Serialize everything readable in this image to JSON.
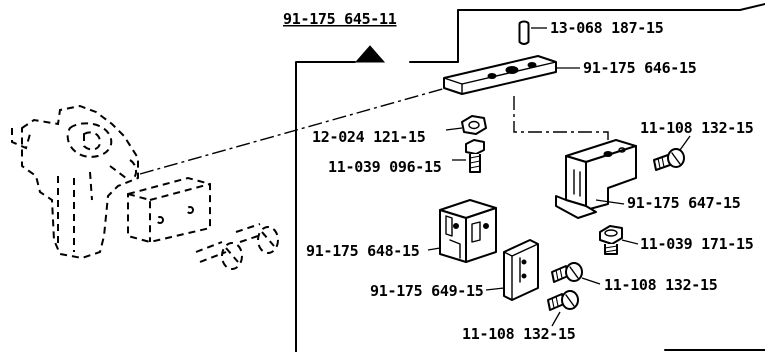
{
  "assembly": {
    "number": "91-175 645-11"
  },
  "parts": {
    "pin": "13-068 187-15",
    "mount_plate": "91-175 646-15",
    "nut": "12-024 121-15",
    "bolt_center": "11-039 096-15",
    "screw_upper_right": "11-108 132-15",
    "bracket": "91-175 647-15",
    "bolt_lower_right": "11-039 171-15",
    "block": "91-175 648-15",
    "guide_plate": "91-175 649-15",
    "screw_lower_a": "11-108 132-15",
    "screw_lower_b": "11-108 132-15"
  }
}
